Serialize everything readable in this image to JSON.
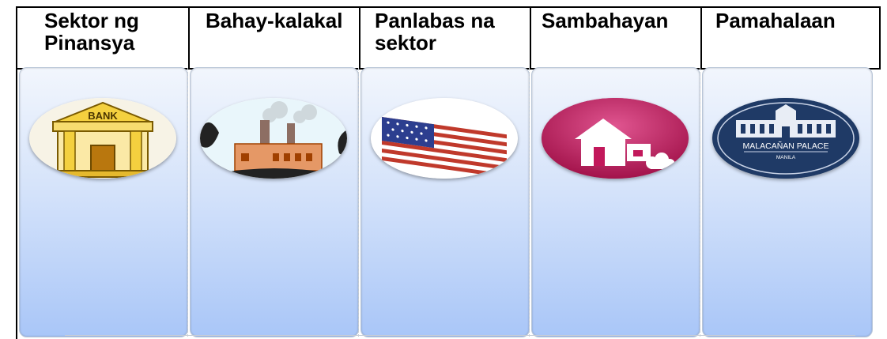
{
  "columns": [
    {
      "header": "Sektor ng Pinansya",
      "icon": "bank-icon",
      "icon_text": "BANK"
    },
    {
      "header": "Bahay-kalakal",
      "icon": "factory-icon"
    },
    {
      "header": "Panlabas na sektor",
      "icon": "us-flag-icon"
    },
    {
      "header": "Sambahayan",
      "icon": "house-icon"
    },
    {
      "header": "Pamahalaan",
      "icon": "malacanan-palace-logo",
      "logo_title": "MALACAÑAN PALACE",
      "logo_sub": "MANILA"
    }
  ],
  "colors": {
    "panel_top": "#f2f6fd",
    "panel_bottom": "#a9c6f8",
    "house_bg": "#c2185b",
    "logo_bg": "#1f3a66"
  }
}
